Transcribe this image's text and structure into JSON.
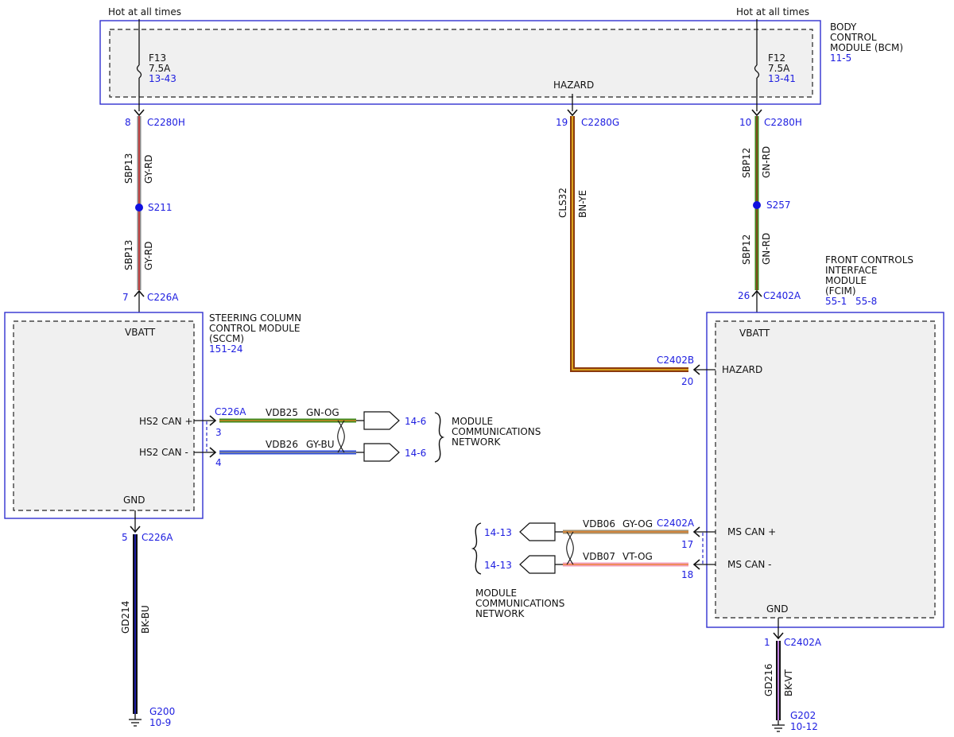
{
  "hot_labels": {
    "left": "Hot at all times",
    "right": "Hot at all times"
  },
  "bcm": {
    "name_lines": [
      "BODY",
      "CONTROL",
      "MODULE (BCM)"
    ],
    "ref": "11-5",
    "hazard_label": "HAZARD",
    "fuse_left": {
      "name": "F13",
      "rating": "7.5A",
      "ref": "13-43"
    },
    "fuse_right": {
      "name": "F12",
      "rating": "7.5A",
      "ref": "13-41"
    }
  },
  "sccm": {
    "name_lines": [
      "STEERING COLUMN",
      "CONTROL MODULE",
      "(SCCM)"
    ],
    "ref": "151-24",
    "pins": {
      "vbatt": "VBATT",
      "hs2_can_plus": "HS2 CAN +",
      "hs2_can_minus": "HS2 CAN -",
      "gnd": "GND"
    }
  },
  "fcim": {
    "name_lines": [
      "FRONT CONTROLS",
      "INTERFACE",
      "MODULE",
      "(FCIM)"
    ],
    "ref_a": "55-1",
    "ref_b": "55-8",
    "pins": {
      "vbatt": "VBATT",
      "hazard": "HAZARD",
      "ms_can_plus": "MS CAN +",
      "ms_can_minus": "MS CAN -",
      "gnd": "GND"
    }
  },
  "connectors": {
    "c2280h_left": {
      "pin": "8",
      "name": "C2280H"
    },
    "c2280g": {
      "pin": "19",
      "name": "C2280G"
    },
    "c2280h_right": {
      "pin": "10",
      "name": "C2280H"
    },
    "c226a_top": {
      "pin": "7",
      "name": "C226A"
    },
    "c2402a_top": {
      "pin": "26",
      "name": "C2402A"
    },
    "c2402b": {
      "pin": "20",
      "name": "C2402B"
    },
    "c226a_can": {
      "pin_plus": "3",
      "pin_minus": "4",
      "name": "C226A"
    },
    "c2402a_can": {
      "pin_plus": "17",
      "pin_minus": "18",
      "name": "C2402A"
    },
    "c226a_gnd": {
      "pin": "5",
      "name": "C226A"
    },
    "c2402a_gnd": {
      "pin": "1",
      "name": "C2402A"
    }
  },
  "splices": {
    "s211": "S211",
    "s257": "S257"
  },
  "wires": {
    "sbp13_upper": {
      "circuit": "SBP13",
      "color": "GY-RD"
    },
    "sbp13_lower": {
      "circuit": "SBP13",
      "color": "GY-RD"
    },
    "cls32": {
      "circuit": "CLS32",
      "color": "BN-YE"
    },
    "sbp12_upper": {
      "circuit": "SBP12",
      "color": "GN-RD"
    },
    "sbp12_lower": {
      "circuit": "SBP12",
      "color": "GN-RD"
    },
    "vdb25": {
      "circuit": "VDB25",
      "color": "GN-OG"
    },
    "vdb26": {
      "circuit": "VDB26",
      "color": "GY-BU"
    },
    "vdb06": {
      "circuit": "VDB06",
      "color": "GY-OG"
    },
    "vdb07": {
      "circuit": "VDB07",
      "color": "VT-OG"
    },
    "gd214": {
      "circuit": "GD214",
      "color": "BK-BU"
    },
    "gd216": {
      "circuit": "GD216",
      "color": "BK-VT"
    }
  },
  "flags": {
    "hs2_plus": "14-6",
    "hs2_minus": "14-6",
    "ms_plus": "14-13",
    "ms_minus": "14-13"
  },
  "networks": {
    "hs2": [
      "MODULE",
      "COMMUNICATIONS",
      "NETWORK"
    ],
    "ms": [
      "MODULE",
      "COMMUNICATIONS",
      "NETWORK"
    ]
  },
  "grounds": {
    "g200": {
      "name": "G200",
      "ref": "10-9"
    },
    "g202": {
      "name": "G202",
      "ref": "10-12"
    }
  },
  "wire_colors": {
    "gray": "#8a8a8a",
    "red": "#d03030",
    "green": "#3d8a1f",
    "brown": "#8b3a0e",
    "yellow": "#f0c020",
    "orange": "#f08020",
    "blue": "#3050e0",
    "violet": "#c080e0",
    "black": "#111111",
    "dark_blue": "#1a1aa0",
    "pink": "#f0a0c0",
    "gray_light": "#a09070"
  }
}
